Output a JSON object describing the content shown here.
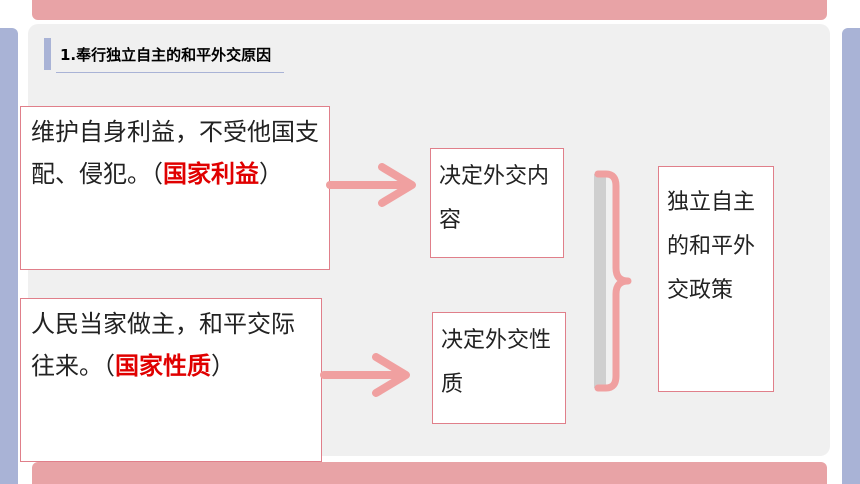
{
  "title": "1.奉行独立自主的和平外交原因",
  "box1": {
    "text_a": "维护自身利益，不受他国支配、侵犯。（",
    "highlight": "国家利益",
    "text_b": "）"
  },
  "box2": {
    "text_a": "人民当家做主，和平交际往来。（",
    "highlight": "国家性质",
    "text_b": "）"
  },
  "decides_content": "决定外交内容",
  "decides_nature": "决定外交性质",
  "result": "独立自主的和平外交政策",
  "colors": {
    "accent_pink": "#e8a3a6",
    "accent_blue": "#a9b3d6",
    "arrow": "#f0a0a0",
    "highlight_red": "#e00000"
  }
}
